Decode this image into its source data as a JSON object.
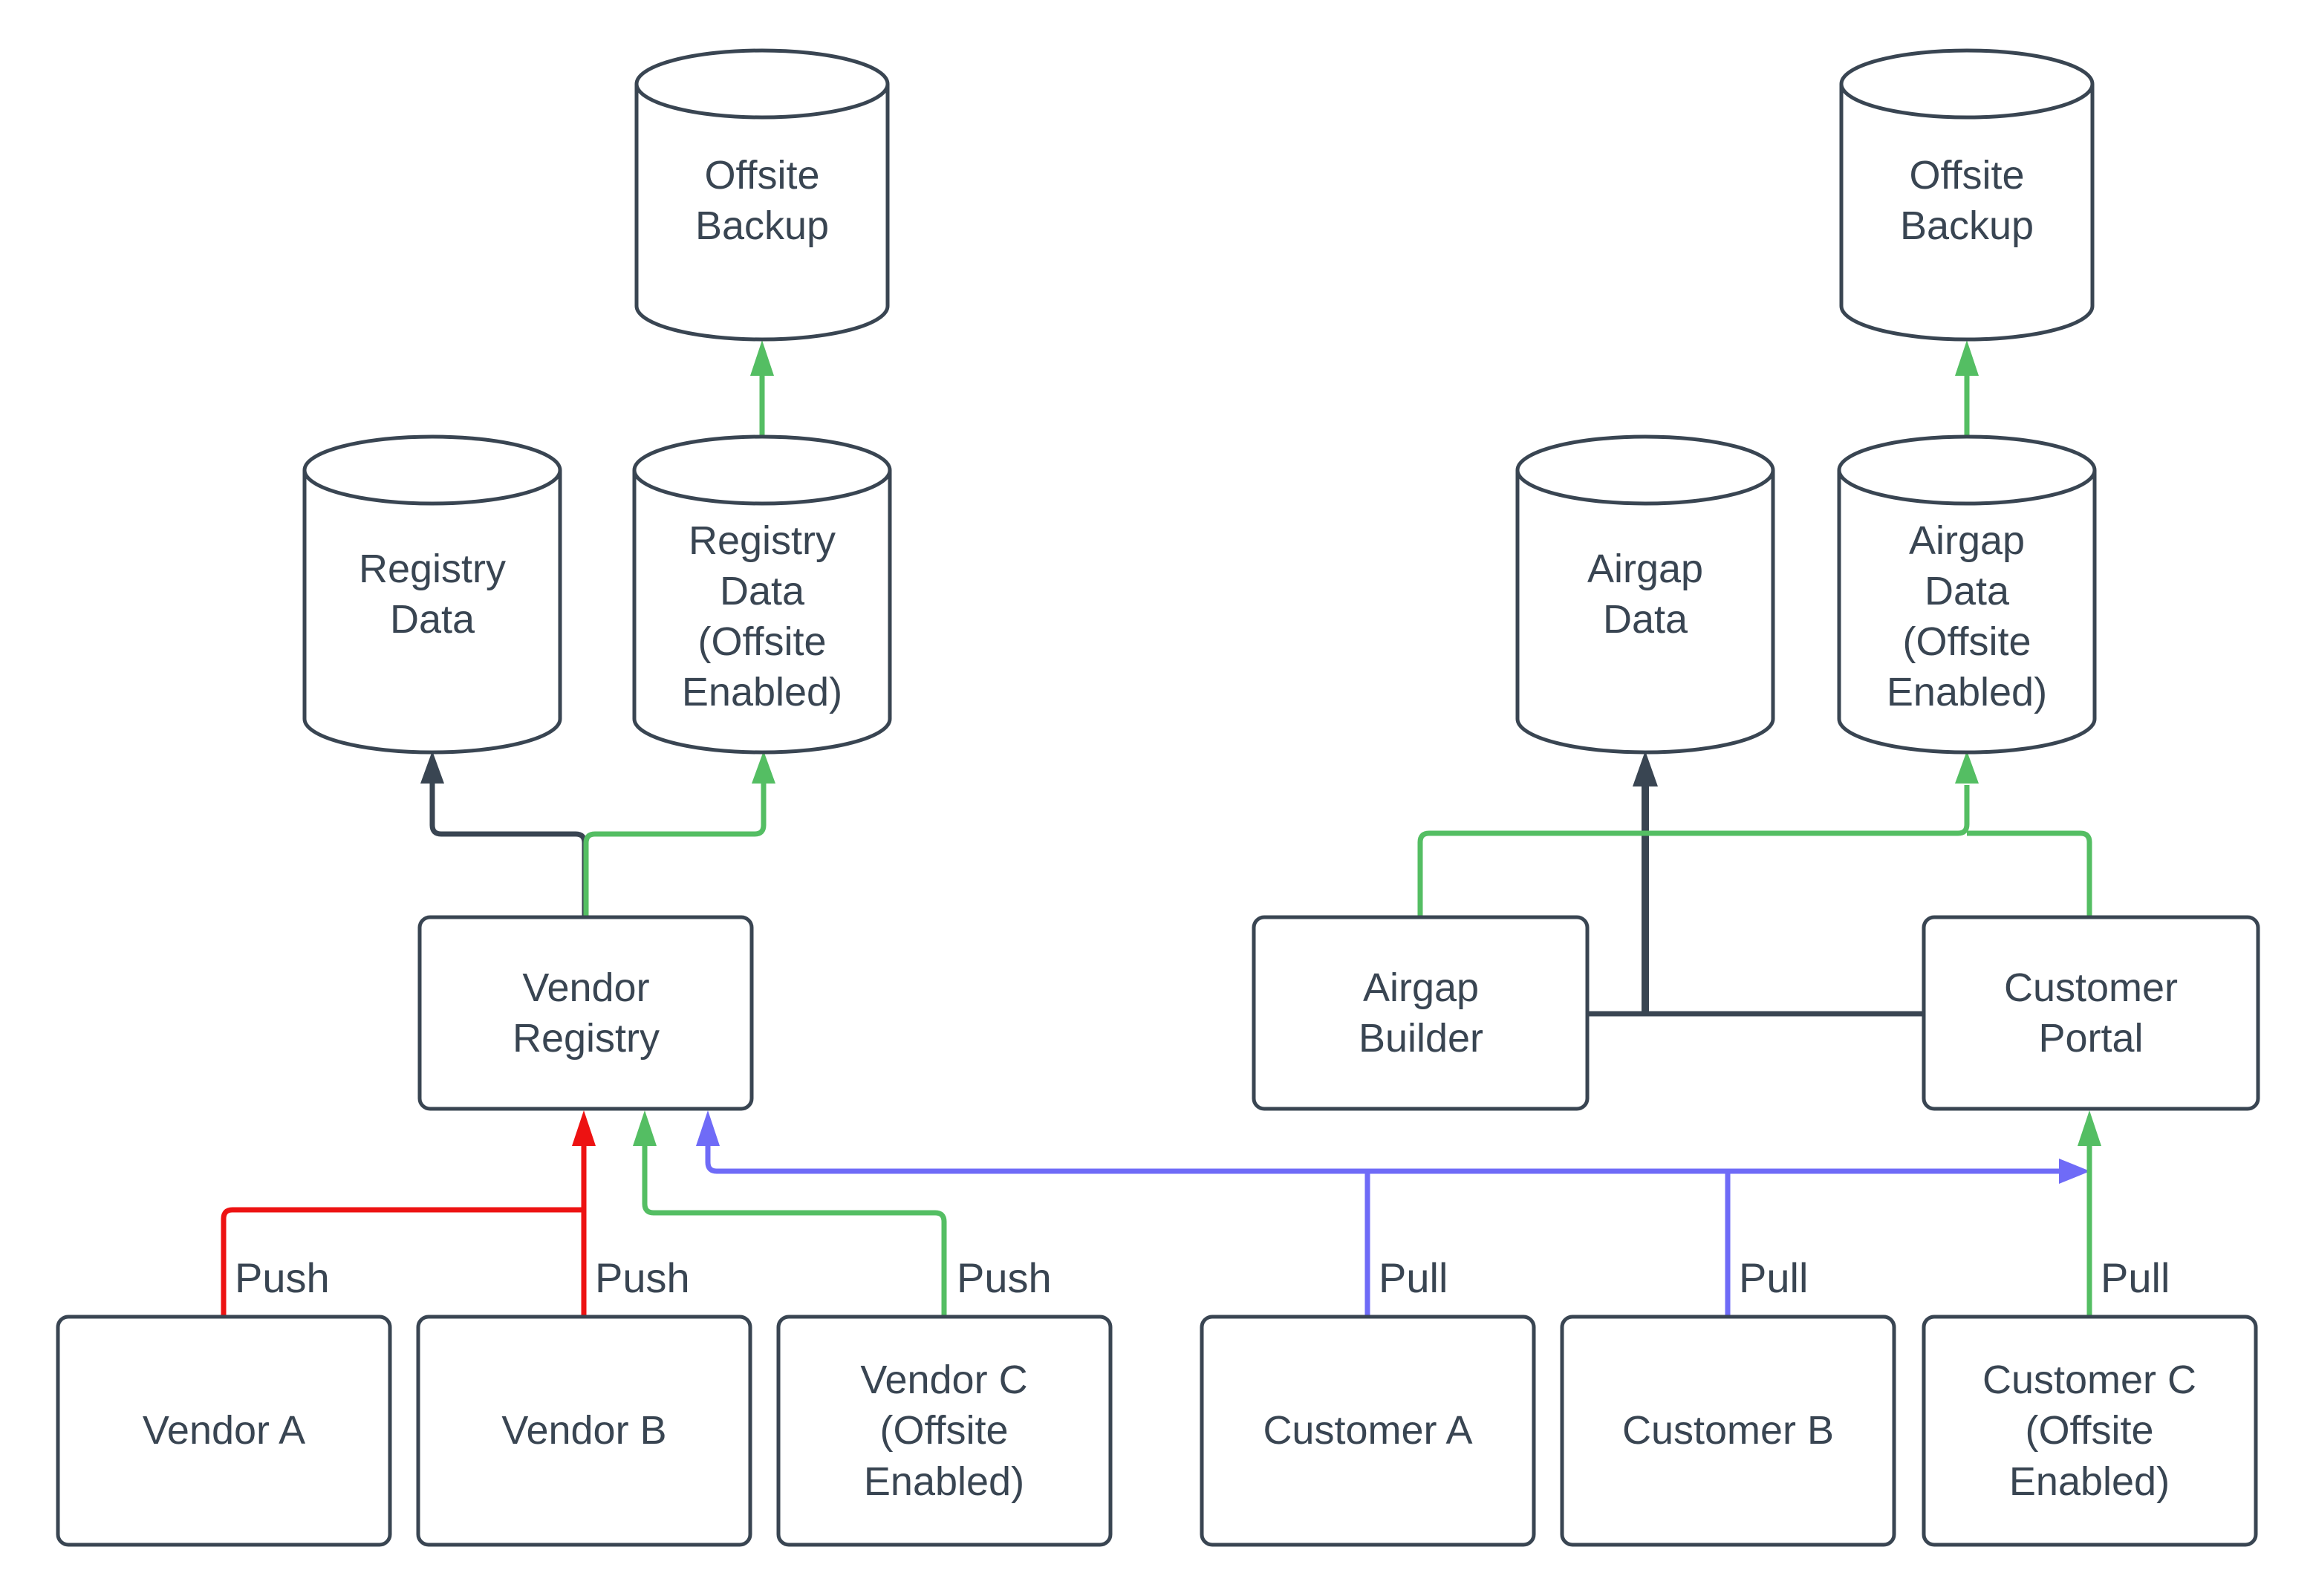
{
  "colors": {
    "dark": "#394552",
    "green": "#54BE63",
    "red": "#ED1212",
    "blue": "#6F6BF7",
    "background": "#FFFFFF"
  },
  "nodes": {
    "offsite_backup_left": {
      "label": "Offsite Backup",
      "type": "cylinder"
    },
    "registry_data": {
      "label": "Registry Data",
      "type": "cylinder"
    },
    "registry_data_offsite": {
      "label": "Registry Data (Offsite Enabled)",
      "type": "cylinder"
    },
    "offsite_backup_right": {
      "label": "Offsite Backup",
      "type": "cylinder"
    },
    "airgap_data": {
      "label": "Airgap Data",
      "type": "cylinder"
    },
    "airgap_data_offsite": {
      "label": "Airgap Data (Offsite Enabled)",
      "type": "cylinder"
    },
    "vendor_registry": {
      "label": "Vendor Registry",
      "type": "process"
    },
    "airgap_builder": {
      "label": "Airgap Builder",
      "type": "process"
    },
    "customer_portal": {
      "label": "Customer Portal",
      "type": "process"
    },
    "vendor_a": {
      "label": "Vendor A",
      "type": "box"
    },
    "vendor_b": {
      "label": "Vendor B",
      "type": "box"
    },
    "vendor_c": {
      "label": "Vendor C (Offsite Enabled)",
      "type": "box"
    },
    "customer_a": {
      "label": "Customer A",
      "type": "box"
    },
    "customer_b": {
      "label": "Customer B",
      "type": "box"
    },
    "customer_c": {
      "label": "Customer C (Offsite Enabled)",
      "type": "box"
    }
  },
  "edge_labels": {
    "push_a": "Push",
    "push_b": "Push",
    "push_c": "Push",
    "pull_a": "Pull",
    "pull_b": "Pull",
    "pull_c": "Pull"
  }
}
